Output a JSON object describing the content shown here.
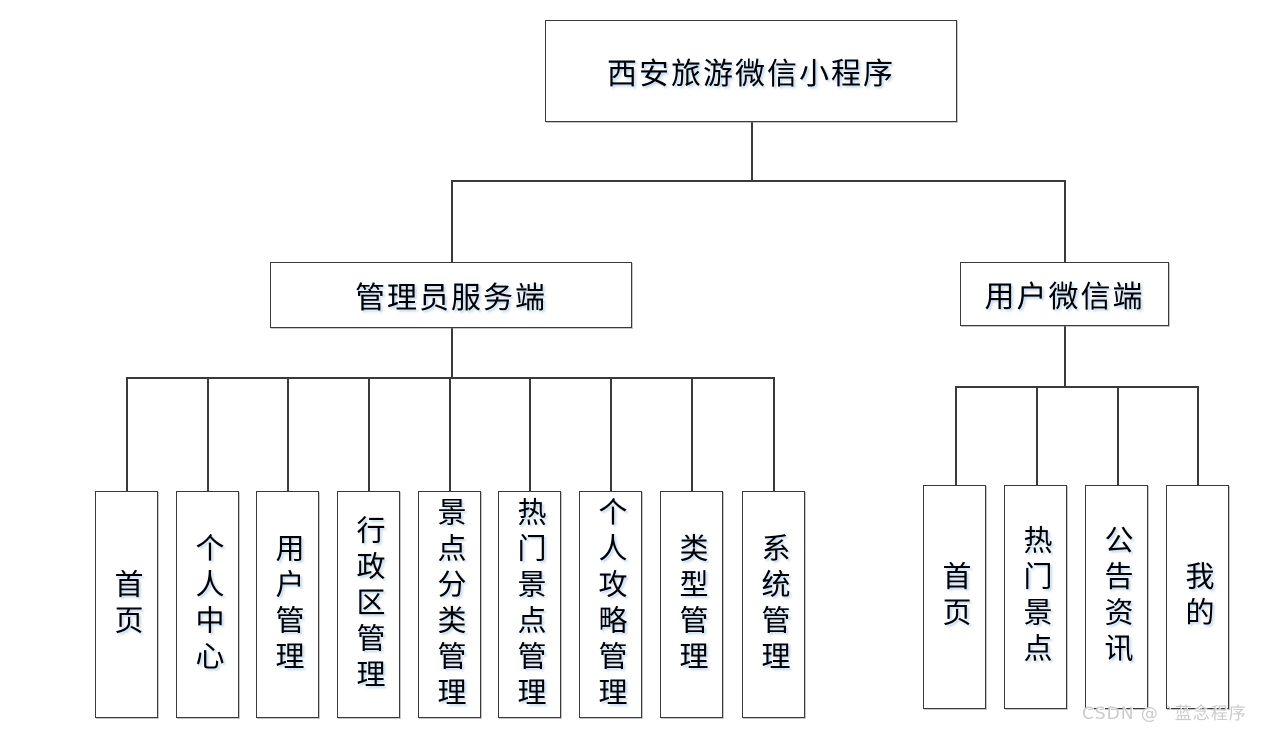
{
  "diagram": {
    "root": {
      "label": "西安旅游微信小程序"
    },
    "branches": [
      {
        "label": "管理员服务端",
        "children": [
          {
            "label": "首页"
          },
          {
            "label": "个人中心"
          },
          {
            "label": "用户管理"
          },
          {
            "label": "行政区管理"
          },
          {
            "label": "景点分类管理"
          },
          {
            "label": "热门景点管理"
          },
          {
            "label": "个人攻略管理"
          },
          {
            "label": "类型管理"
          },
          {
            "label": "系统管理"
          }
        ]
      },
      {
        "label": "用户微信端",
        "children": [
          {
            "label": "首页"
          },
          {
            "label": "热门景点"
          },
          {
            "label": "公告资讯"
          },
          {
            "label": "我的"
          }
        ]
      }
    ]
  },
  "watermark": {
    "text": "CSDN @ ˋ蓝念程序"
  },
  "colors": {
    "line": "#3a3a3a",
    "border": "#3a3a3a",
    "background": "#ffffff",
    "text": "#000000",
    "watermark": "#cbcbcb"
  }
}
